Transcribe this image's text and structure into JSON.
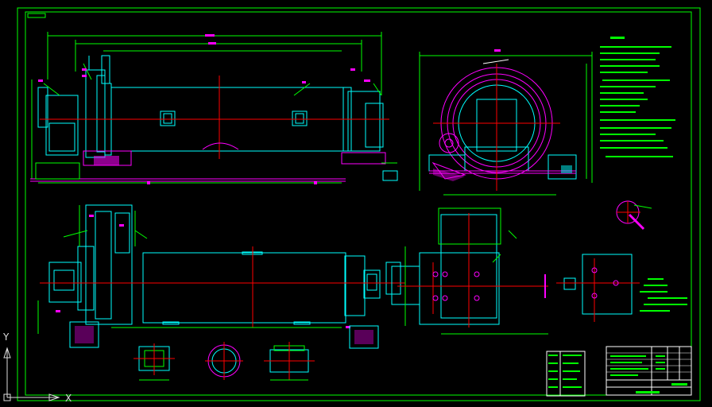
{
  "drawing": {
    "background": "#000000",
    "colors": {
      "frame": "#00ff00",
      "equipment": "#00ffff",
      "dimension": "#00ff00",
      "centerline": "#ff0000",
      "foundation": "#ff00ff",
      "hatch": "#ff00ff",
      "notes": "#00ff00",
      "gear": "#ff00ff",
      "white": "#ffffff",
      "yellow": "#ffff00"
    },
    "views": [
      "elevation-view",
      "end-view",
      "plan-view",
      "pinion-layout-view",
      "detail-view",
      "section-detail-a",
      "section-detail-b",
      "section-detail-c",
      "gear-detail-view",
      "parts-list",
      "title-block"
    ],
    "icons": [
      "ucs-icon",
      "y-axis-arrow-icon",
      "x-axis-arrow-icon"
    ]
  },
  "ucs": {
    "y_label": "Y",
    "x_label": "X"
  }
}
